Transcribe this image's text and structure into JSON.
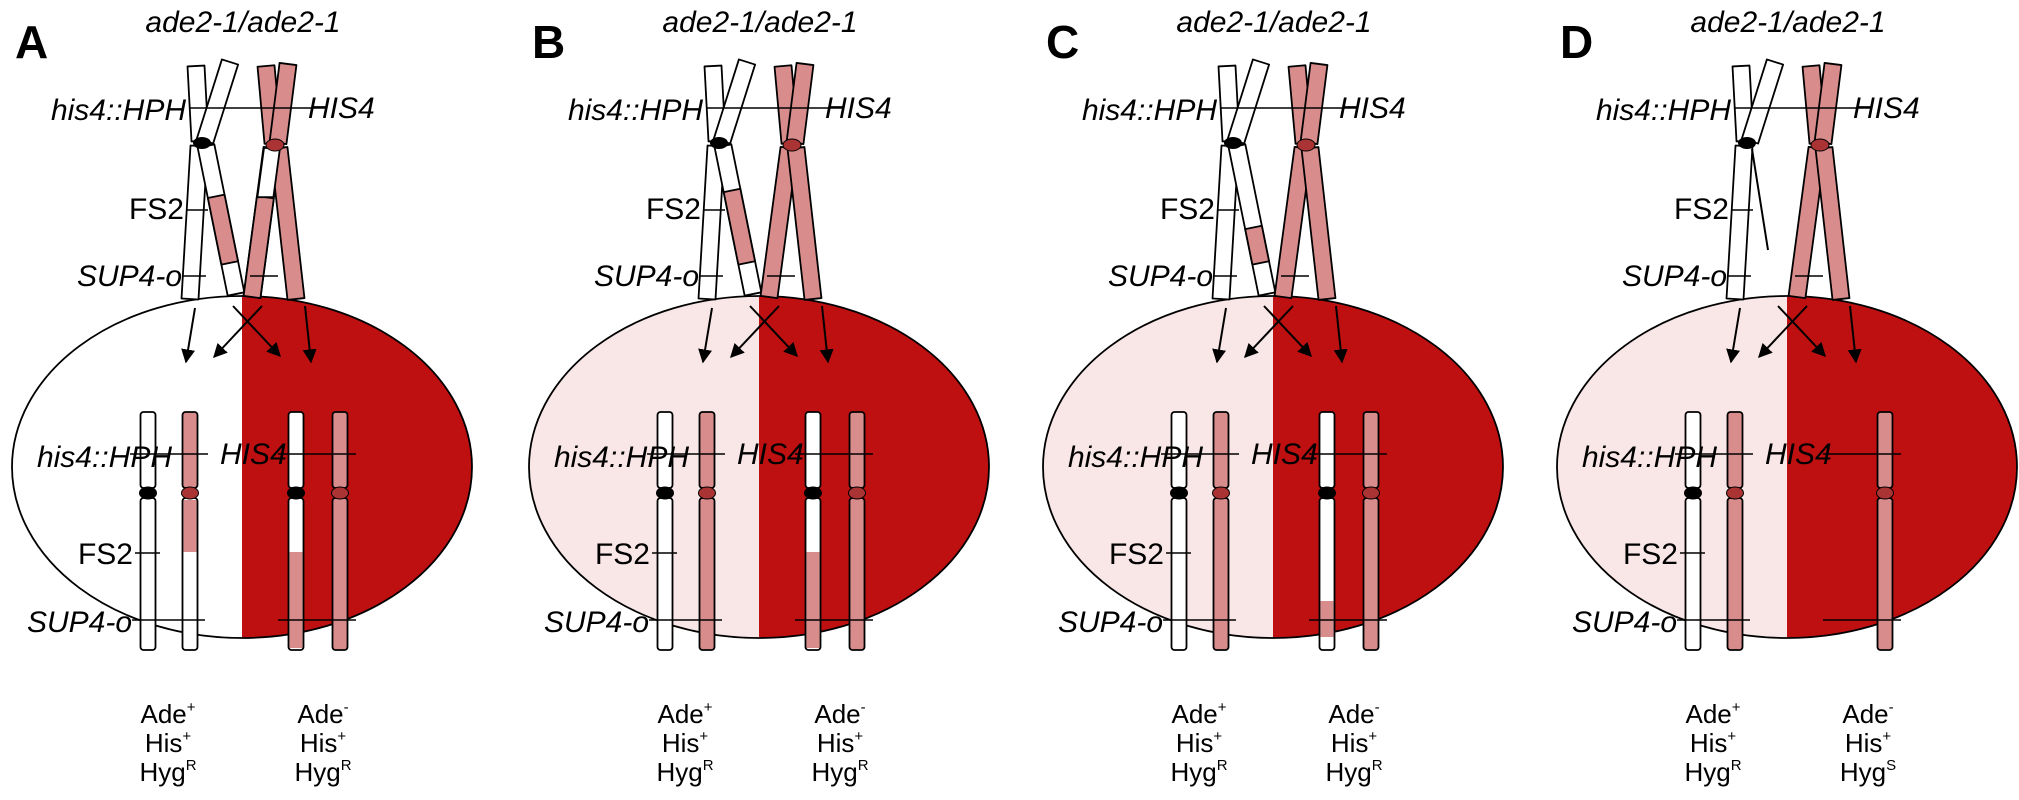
{
  "colors": {
    "pink": "#d98c8c",
    "dark_red": "#be1010",
    "light_pink": "#f9e6e6",
    "outline": "#000000"
  },
  "labels": {
    "his4": "his4::HPH",
    "HIS4": "HIS4",
    "FS2": "FS2",
    "SUP4": "SUP4-o"
  },
  "panels": [
    {
      "letter": "A",
      "genotype": "ade2-1/ade2-1",
      "left_sector_color": "white",
      "variant": "A",
      "left_phenotype": [
        {
          "base": "Ade",
          "sup": "+"
        },
        {
          "base": "His",
          "sup": "+"
        },
        {
          "base": "Hyg",
          "sup": "R"
        }
      ],
      "right_phenotype": [
        {
          "base": "Ade",
          "sup": "-"
        },
        {
          "base": "His",
          "sup": "+"
        },
        {
          "base": "Hyg",
          "sup": "R"
        }
      ]
    },
    {
      "letter": "B",
      "genotype": "ade2-1/ade2-1",
      "left_sector_color": "light_pink",
      "variant": "B",
      "left_phenotype": [
        {
          "base": "Ade",
          "sup": "+"
        },
        {
          "base": "His",
          "sup": "+"
        },
        {
          "base": "Hyg",
          "sup": "R"
        }
      ],
      "right_phenotype": [
        {
          "base": "Ade",
          "sup": "-"
        },
        {
          "base": "His",
          "sup": "+"
        },
        {
          "base": "Hyg",
          "sup": "R"
        }
      ]
    },
    {
      "letter": "C",
      "genotype": "ade2-1/ade2-1",
      "left_sector_color": "light_pink",
      "variant": "C",
      "left_phenotype": [
        {
          "base": "Ade",
          "sup": "+"
        },
        {
          "base": "His",
          "sup": "+"
        },
        {
          "base": "Hyg",
          "sup": "R"
        }
      ],
      "right_phenotype": [
        {
          "base": "Ade",
          "sup": "-"
        },
        {
          "base": "His",
          "sup": "+"
        },
        {
          "base": "Hyg",
          "sup": "R"
        }
      ]
    },
    {
      "letter": "D",
      "genotype": "ade2-1/ade2-1",
      "left_sector_color": "light_pink",
      "variant": "D",
      "left_phenotype": [
        {
          "base": "Ade",
          "sup": "+"
        },
        {
          "base": "His",
          "sup": "+"
        },
        {
          "base": "Hyg",
          "sup": "R"
        }
      ],
      "right_phenotype": [
        {
          "base": "Ade",
          "sup": "-"
        },
        {
          "base": "His",
          "sup": "+"
        },
        {
          "base": "Hyg",
          "sup": "S"
        }
      ]
    }
  ]
}
